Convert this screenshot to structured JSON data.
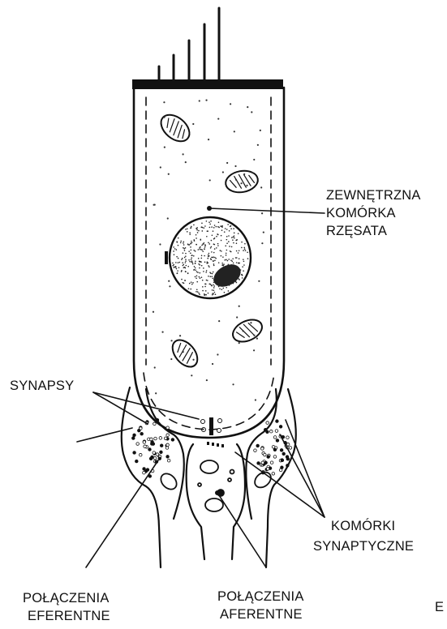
{
  "labels": {
    "outer_hair_cell": [
      "ZEWNĘTRZNA",
      "KOMÓRKA",
      "RZĘSATA"
    ],
    "synapses": "SYNAPSY",
    "synaptic_cells": [
      "KOMÓRKI",
      "SYNAPTYCZNE"
    ],
    "efferent": [
      "POŁĄCZENIA",
      "EFERENTNE"
    ],
    "afferent": [
      "POŁĄCZENIA",
      "AFERENTNE"
    ],
    "edge_fragment": "E"
  }
}
